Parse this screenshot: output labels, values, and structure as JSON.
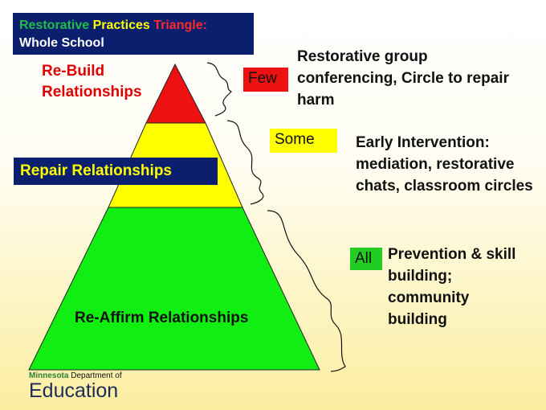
{
  "title": {
    "part1": "Restorative",
    "part2": "Practices",
    "part3": "Triangle:",
    "line2": "Whole School"
  },
  "tiers": {
    "top_label": "Re-Build Relationships",
    "middle_label": "Repair Relationships",
    "bottom_label": "Re-Affirm Relationships"
  },
  "tags": {
    "few": "Few",
    "some": "Some",
    "all": "All"
  },
  "descriptions": {
    "few": "Restorative group conferencing, Circle to repair harm",
    "some": "Early Intervention: mediation, restorative chats, classroom circles",
    "all": "Prevention & skill building; community building"
  },
  "logo": {
    "org_name": "Minnesota",
    "org_suffix": "Department of",
    "wordmark": "Education"
  },
  "colors": {
    "top": "#ee1111",
    "middle": "#ffff00",
    "bottom": "#11ee11",
    "title_bg": "#0b1f6e"
  }
}
